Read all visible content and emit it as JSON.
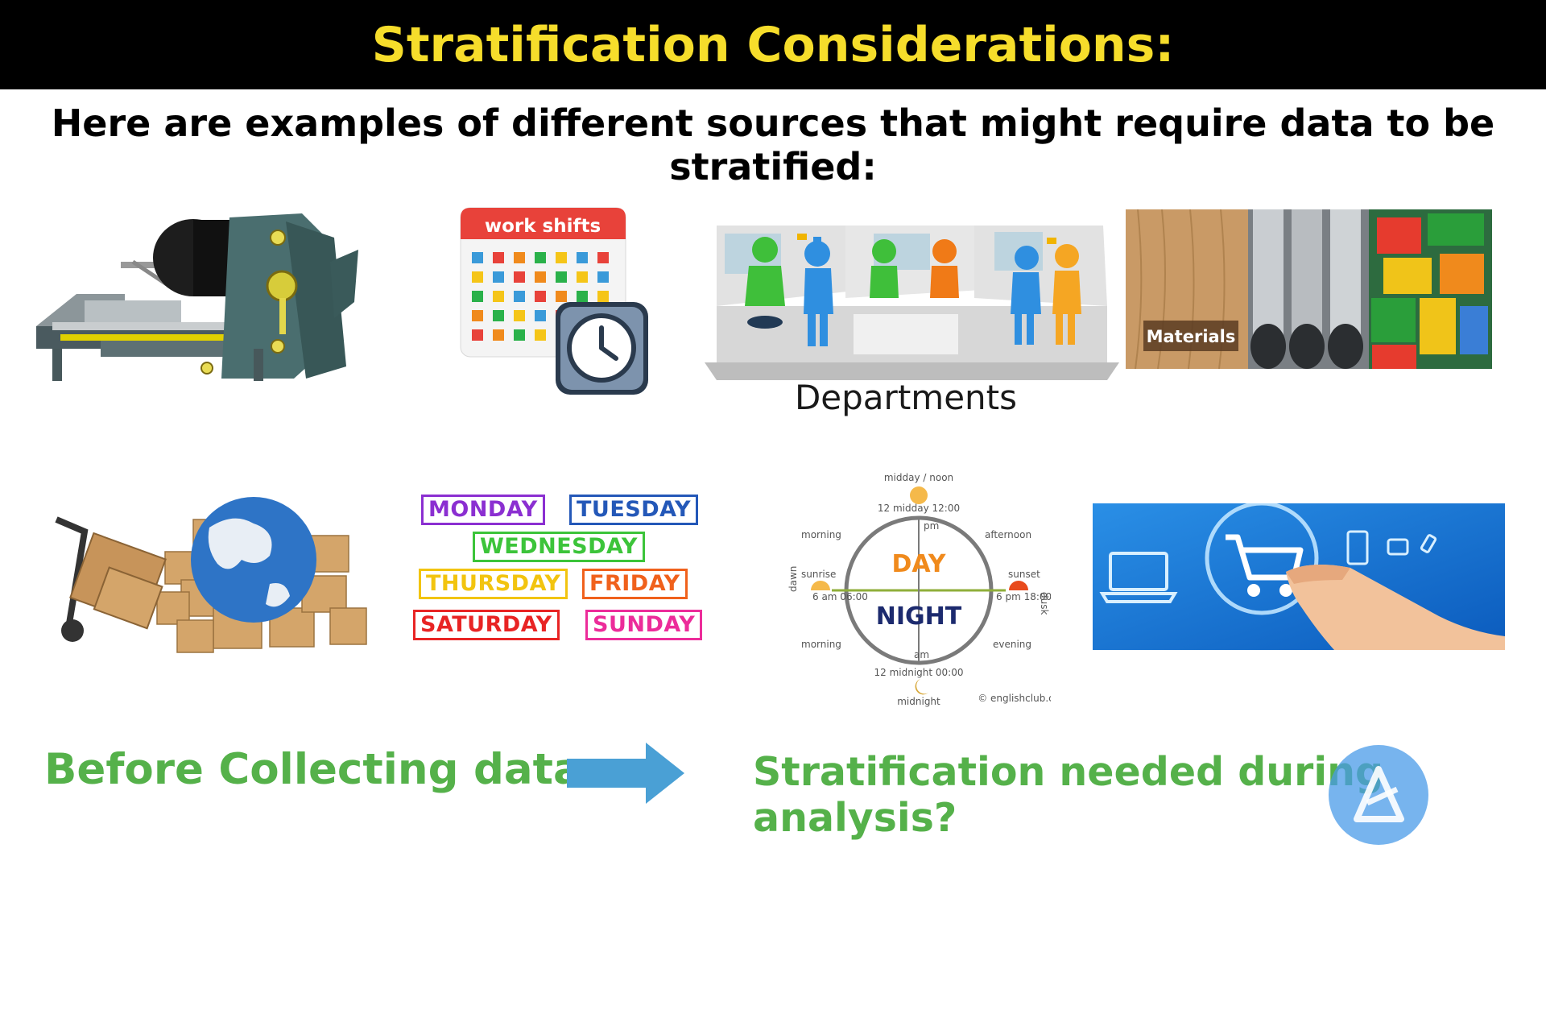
{
  "title": "Stratification Considerations:",
  "subtitle": "Here are examples of different sources that might require data to be stratified:",
  "work_shifts_label": "work shifts",
  "departments_label": "Departments",
  "materials_label": "Materials",
  "days": [
    "MONDAY",
    "TUESDAY",
    "WEDNESDAY",
    "THURSDAY",
    "FRIDAY",
    "SATURDAY",
    "SUNDAY"
  ],
  "daynight": {
    "day": "DAY",
    "night": "NIGHT",
    "top": "midday / noon",
    "top_time": "12 midday 12:00",
    "morning_top": "morning",
    "afternoon": "afternoon",
    "sunrise": "sunrise",
    "sunset": "sunset",
    "dawn": "dawn",
    "dusk": "dusk",
    "left_time": "6 am 06:00",
    "right_time": "6 pm 18:00",
    "morning_bottom": "morning",
    "evening": "evening",
    "pm": "pm",
    "am": "am",
    "bottom_time": "12 midnight 00:00",
    "bottom": "midnight",
    "credit": "© englishclub.com"
  },
  "before_label": "Before Collecting data",
  "after_label": "Stratification needed during analysis?",
  "colors": {
    "title_bg": "#000000",
    "title_text": "#f6dd2b",
    "green_text": "#55b14a",
    "arrow": "#4aa0d5"
  }
}
